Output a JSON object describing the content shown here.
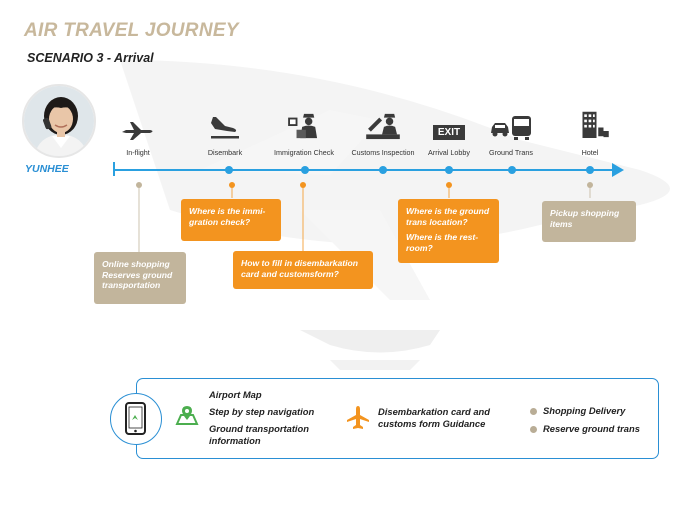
{
  "header": {
    "title": "AIR TRAVEL JOURNEY",
    "subtitle": "SCENARIO 3 - Arrival"
  },
  "persona": {
    "name": "YUNHEE"
  },
  "stages": [
    {
      "label": "In-flight",
      "icon": "airplane-icon"
    },
    {
      "label": "Disembark",
      "icon": "landing-plane-icon"
    },
    {
      "label": "Immigration Check",
      "icon": "immigration-officer-icon"
    },
    {
      "label": "Customs Inspection",
      "icon": "customs-inspection-icon"
    },
    {
      "label": "Arrival Lobby",
      "icon": "exit-sign-icon",
      "exit_sign": "EXIT"
    },
    {
      "label": "Ground Trans",
      "icon": "car-bus-icon"
    },
    {
      "label": "Hotel",
      "icon": "hotel-icon"
    }
  ],
  "touchpoints": {
    "online_shopping": [
      "Online shopping",
      "Reserves ground transportation"
    ],
    "immigration": [
      "Where is the immi-gration check?"
    ],
    "disembark_card": [
      "How to fill in disembarkation card and customsform?"
    ],
    "ground_trans": [
      "Where is the ground trans location?",
      "Where is the rest-room?"
    ],
    "pickup": [
      "Pickup shopping items"
    ]
  },
  "legend": {
    "map_items": [
      "Airport Map",
      "Step by step navigation",
      "Ground transportation information"
    ],
    "guidance": "Disembarkation card and customs form Guidance",
    "shopping_items": [
      "Shopping Delivery",
      "Reserve ground trans"
    ]
  },
  "colors": {
    "accent_blue": "#2aa0e0",
    "orange": "#f3941f",
    "tan": "#c2b59c",
    "title_tan": "#c8b89c"
  }
}
